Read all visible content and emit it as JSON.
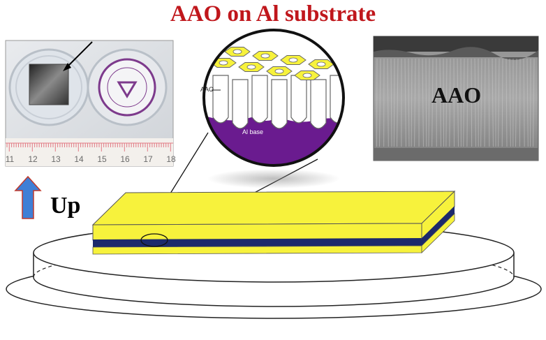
{
  "title": "AAO on Al substrate",
  "up_label": "Up",
  "sem_label": "AAO",
  "inset": {
    "aao_label": "AAO",
    "base_label": "Al base"
  },
  "ruler_ticks": [
    "11",
    "12",
    "13",
    "14",
    "15",
    "16",
    "17",
    "18"
  ],
  "colors": {
    "title": "#c0171c",
    "aao_layer": "#f7f23c",
    "al_layer": "#1d2a6b",
    "al_base_inset": "#6a1b8f",
    "arrow": "#3f7fd6",
    "ruler": "#e27a85"
  }
}
